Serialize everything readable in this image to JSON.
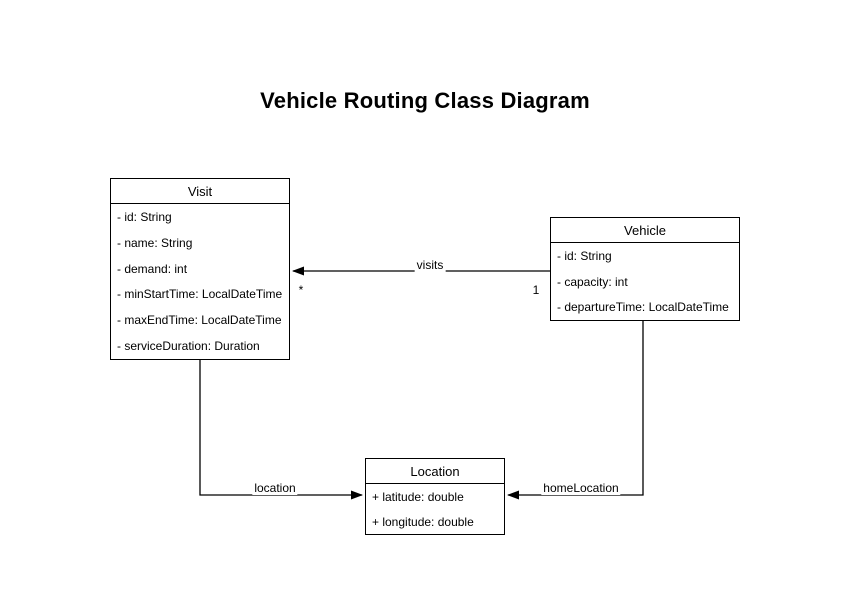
{
  "title": "Vehicle Routing Class Diagram",
  "diagram": {
    "classes": [
      {
        "name": "Visit",
        "attributes": [
          "- id: String",
          "- name: String",
          "- demand: int",
          "- minStartTime: LocalDateTime",
          "- maxEndTime: LocalDateTime",
          "- serviceDuration: Duration"
        ]
      },
      {
        "name": "Vehicle",
        "attributes": [
          "- id: String",
          "- capacity: int",
          "- departureTime: LocalDateTime"
        ]
      },
      {
        "name": "Location",
        "attributes": [
          "+ latitude: double",
          "+ longitude: double"
        ]
      }
    ],
    "edges": [
      {
        "label": "visits",
        "source": "Vehicle",
        "target": "Visit",
        "source_multiplicity": "1",
        "target_multiplicity": "*"
      },
      {
        "label": "location",
        "source": "Visit",
        "target": "Location"
      },
      {
        "label": "homeLocation",
        "source": "Vehicle",
        "target": "Location"
      }
    ],
    "colors": {
      "stroke": "#000000",
      "text": "#000000",
      "box_fill": "#ffffff",
      "background": "#ffffff"
    }
  }
}
